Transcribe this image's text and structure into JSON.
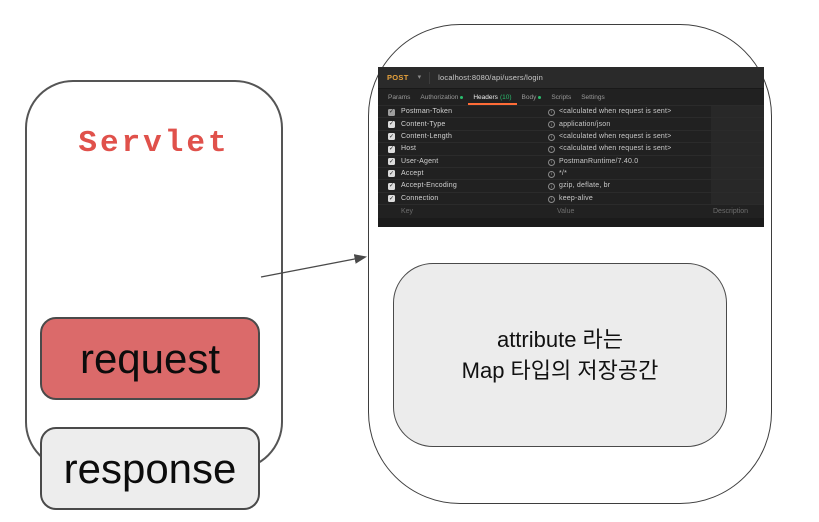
{
  "diagram": {
    "servlet_label": "Servlet",
    "request_label": "request",
    "response_label": "response",
    "annotation_line1": "attribute 라는",
    "annotation_line2": "Map 타입의 저장공간"
  },
  "postman": {
    "method": "POST",
    "url": "localhost:8080/api/users/login",
    "tabs": [
      {
        "id": "params",
        "label": "Params",
        "dot": false,
        "active": false
      },
      {
        "id": "authorization",
        "label": "Authorization",
        "dot": true,
        "active": false
      },
      {
        "id": "headers",
        "label": "Headers",
        "count": "(10)",
        "dot": false,
        "active": true
      },
      {
        "id": "body",
        "label": "Body",
        "dot": true,
        "active": false
      },
      {
        "id": "scripts",
        "label": "Scripts",
        "dot": false,
        "active": false
      },
      {
        "id": "settings",
        "label": "Settings",
        "dot": false,
        "active": false
      }
    ],
    "headers": [
      {
        "key": "Postman-Token",
        "value": "<calculated when request is sent>",
        "checked": true,
        "dim_checkbox": true
      },
      {
        "key": "Content-Type",
        "value": "application/json",
        "checked": true,
        "dim_checkbox": false
      },
      {
        "key": "Content-Length",
        "value": "<calculated when request is sent>",
        "checked": true,
        "dim_checkbox": false
      },
      {
        "key": "Host",
        "value": "<calculated when request is sent>",
        "checked": true,
        "dim_checkbox": false
      },
      {
        "key": "User-Agent",
        "value": "PostmanRuntime/7.40.0",
        "checked": true,
        "dim_checkbox": false
      },
      {
        "key": "Accept",
        "value": "*/*",
        "checked": true,
        "dim_checkbox": false
      },
      {
        "key": "Accept-Encoding",
        "value": "gzip, deflate, br",
        "checked": true,
        "dim_checkbox": false
      },
      {
        "key": "Connection",
        "value": "keep-alive",
        "checked": true,
        "dim_checkbox": false
      }
    ],
    "placeholders": {
      "key": "Key",
      "value": "Value",
      "description": "Description"
    },
    "icons": {
      "checkmark": "✓",
      "chevron": "▾",
      "info": "i"
    }
  },
  "colors": {
    "request_fill": "#DB6A6A",
    "response_fill": "#EDEDED",
    "servlet_text": "#E0514B",
    "method_orange": "#E8A33D",
    "active_tab_underline": "#FF6C37",
    "green_dot": "#2BBD6E",
    "panel_bg": "#212121",
    "annotation_fill": "#ECECEC"
  }
}
